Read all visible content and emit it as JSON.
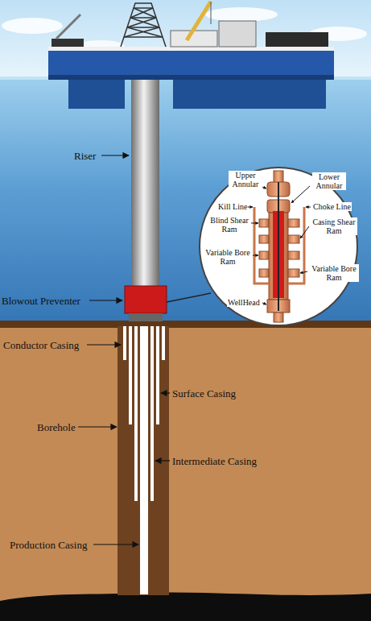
{
  "diagram": {
    "labels": [
      "Riser",
      "Upper Annular",
      "Lower Annular",
      "Kill Line",
      "Choke Line",
      "Blind Shear Ram",
      "Casing Shear Ram",
      "Variable Bore Ram",
      "Variable Bore Ram",
      "Blowout Preventer",
      "WellHead",
      "Conductor Casing",
      "Surface Casing",
      "Borehole",
      "Intermediate Casing",
      "Production Casing"
    ]
  }
}
